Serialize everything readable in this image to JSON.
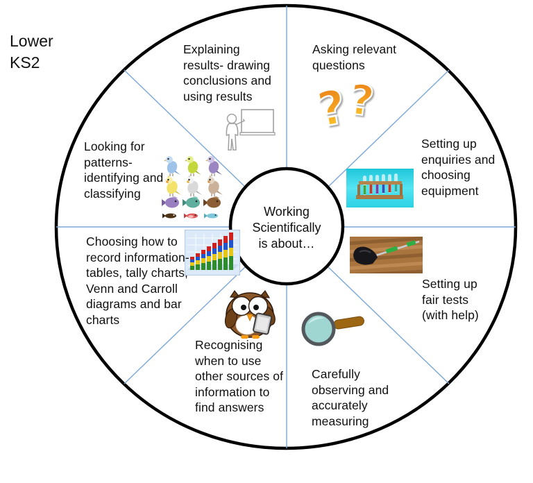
{
  "page_label": "Lower\nKS2",
  "center": {
    "text": "Working\nScientifically\nis about…"
  },
  "segments": [
    {
      "name": "explaining-results",
      "text": "Explaining\nresults- drawing\nconclusions and\nusing results",
      "icon": "teacher-whiteboard-icon"
    },
    {
      "name": "asking-questions",
      "text": "Asking relevant\nquestions",
      "icon": "question-marks-icon"
    },
    {
      "name": "setting-up-enquiries",
      "text": "Setting up\nenquiries and\nchoosing\nequipment",
      "icon": "test-tube-rack-icon"
    },
    {
      "name": "setting-up-fair-tests",
      "text": "Setting up\nfair tests\n(with help)",
      "icon": "shoe-force-meter-icon"
    },
    {
      "name": "observing-measuring",
      "text": "Carefully\nobserving and\naccurately\nmeasuring",
      "icon": "magnifying-glass-icon"
    },
    {
      "name": "other-sources-of-information",
      "text": "Recognising\nwhen to use\nother sources of\ninformation to\nfind answers",
      "icon": "owl-with-tablet-icon"
    },
    {
      "name": "recording-information",
      "text": "Choosing how to\nrecord information-\ntables, tally charts,\nVenn and Carroll\ndiagrams and bar\ncharts",
      "icon": "bar-chart-icon"
    },
    {
      "name": "looking-for-patterns",
      "text": "Looking for\npatterns-\nidentifying and\nclassifying",
      "icon": "birds-classification-grid-icon"
    }
  ],
  "colors": {
    "divider_blue": "#7ba7d7",
    "outline_black": "#000000",
    "text": "#101010",
    "question_mark_orange": "#e97d17",
    "question_mark_yellow": "#ffd42a",
    "photo_cyan": "#2bd2e4",
    "wood_brown": "#a9743e"
  }
}
